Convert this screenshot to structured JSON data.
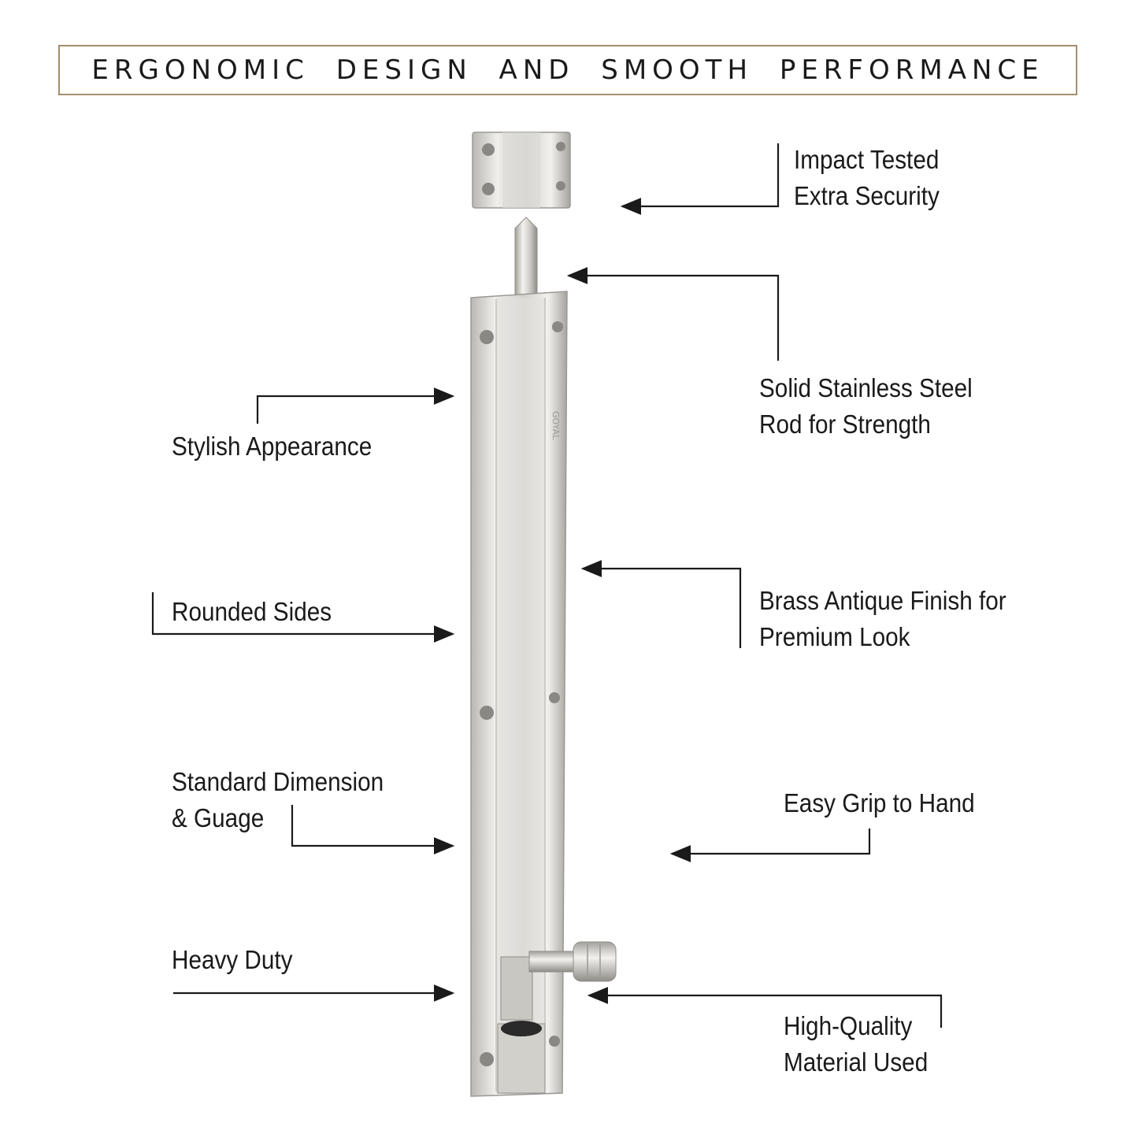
{
  "header": {
    "title": "ERGONOMIC DESIGN AND SMOOTH PERFORMANCE"
  },
  "colors": {
    "border": "#a48e6c",
    "text": "#1a1a1a",
    "steel_light": "#e6e4e0",
    "steel_dark": "#9b9994"
  },
  "callouts": {
    "impact": {
      "line1": "Impact Tested",
      "line2": "Extra Security"
    },
    "rod": {
      "line1": "Solid Stainless Steel",
      "line2": "Rod for Strength"
    },
    "stylish": {
      "line1": "Stylish Appearance"
    },
    "brass": {
      "line1": "Brass Antique Finish for",
      "line2": "Premium Look"
    },
    "rounded": {
      "line1": "Rounded Sides"
    },
    "standard": {
      "line1": "Standard Dimension",
      "line2": "& Guage"
    },
    "grip": {
      "line1": "Easy Grip to Hand"
    },
    "heavy": {
      "line1": "Heavy Duty"
    },
    "quality": {
      "line1": "High-Quality",
      "line2": "Material Used"
    }
  },
  "product": {
    "name": "tower bolt",
    "engraving": "GOYAL"
  }
}
